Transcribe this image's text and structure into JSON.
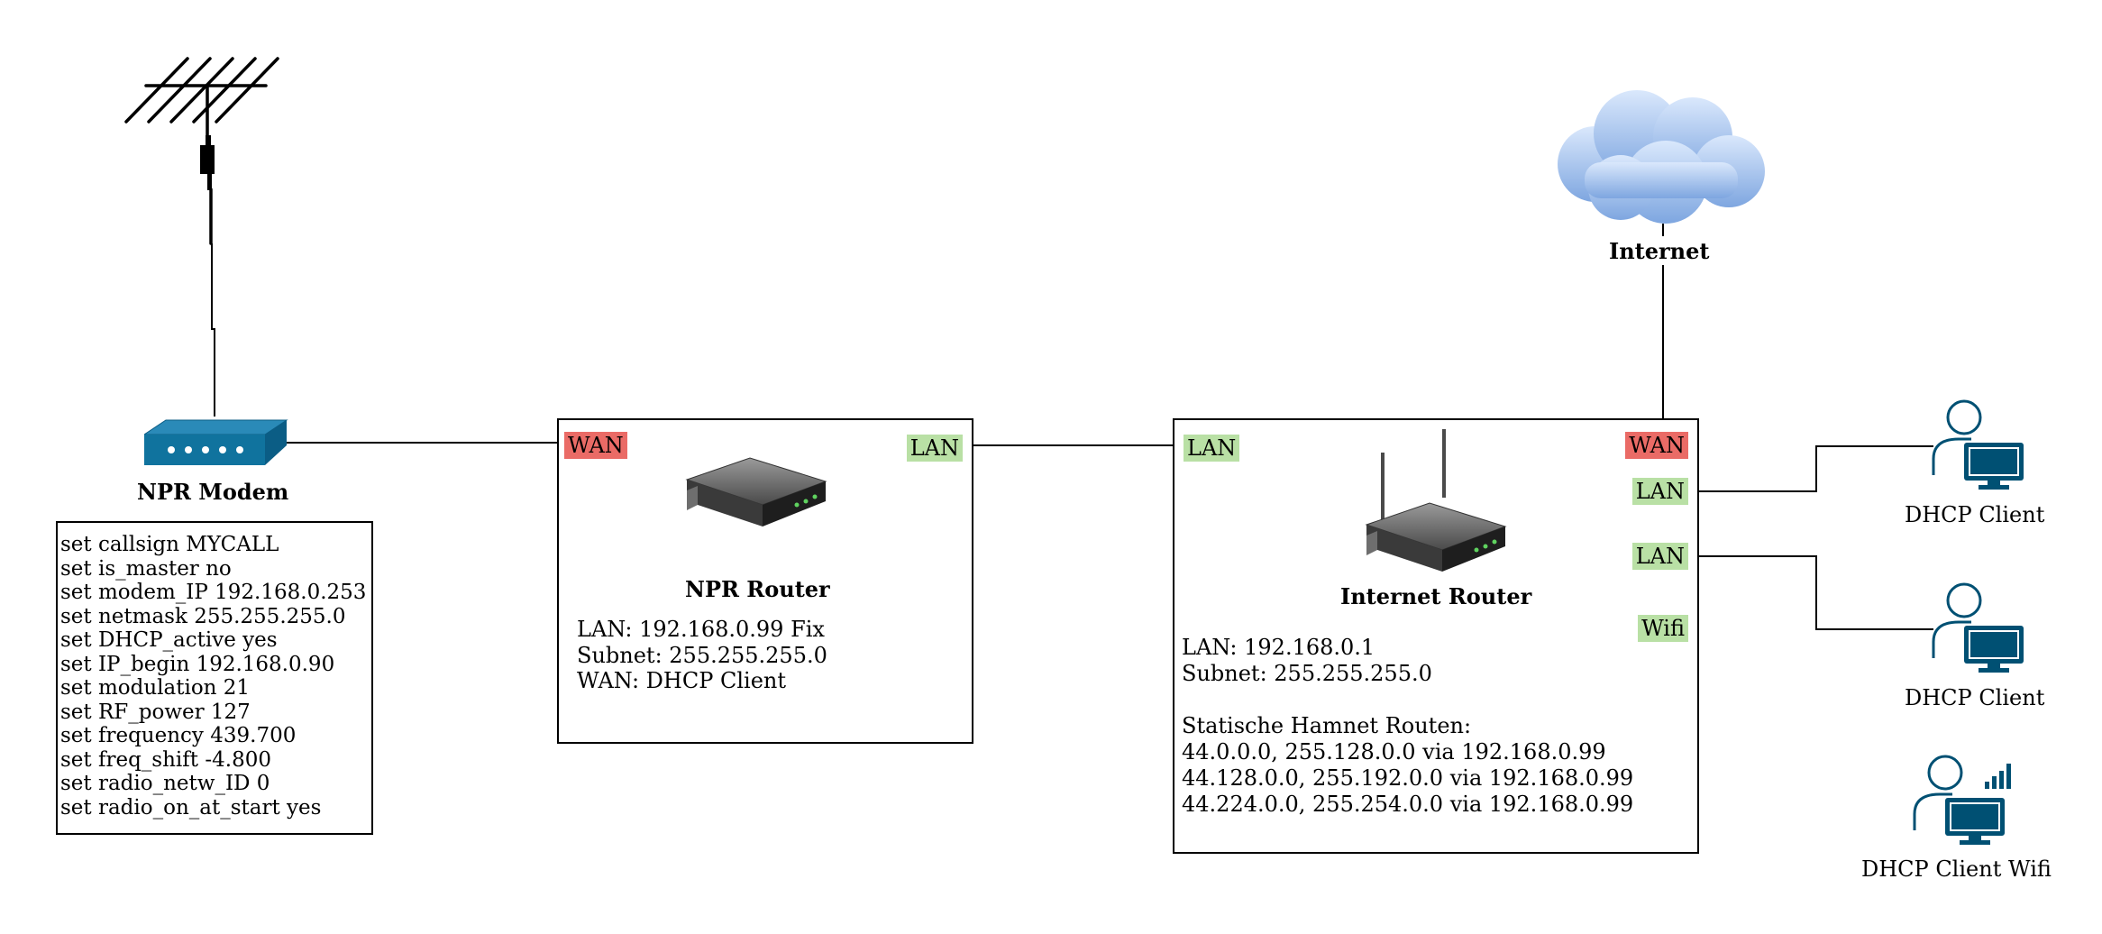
{
  "modem": {
    "label": "NPR Modem",
    "config_lines": [
      "set callsign MYCALL",
      "set is_master no",
      "set modem_IP 192.168.0.253",
      "set netmask 255.255.255.0",
      "set DHCP_active yes",
      "set IP_begin 192.168.0.90",
      "set modulation 21",
      "set RF_power 127",
      "set frequency 439.700",
      "set freq_shift -4.800",
      "set radio_netw_ID 0",
      "set radio_on_at_start yes"
    ]
  },
  "npr_router": {
    "title": "NPR Router",
    "wan_tag": "WAN",
    "lan_tag": "LAN",
    "info_lines": [
      "LAN: 192.168.0.99 Fix",
      "Subnet: 255.255.255.0",
      "WAN: DHCP Client"
    ]
  },
  "internet_router": {
    "title": "Internet Router",
    "lan_in_tag": "LAN",
    "wan_tag": "WAN",
    "lan_tag_1": "LAN",
    "lan_tag_2": "LAN",
    "wifi_tag": "Wifi",
    "info_lines": [
      "LAN: 192.168.0.1",
      "Subnet: 255.255.255.0",
      "",
      "Statische Hamnet Routen:",
      "44.0.0.0, 255.128.0.0 via 192.168.0.99",
      "44.128.0.0, 255.192.0.0 via 192.168.0.99",
      "44.224.0.0, 255.254.0.0 via 192.168.0.99"
    ]
  },
  "internet": {
    "label": "Internet"
  },
  "clients": [
    {
      "label": "DHCP Client"
    },
    {
      "label": "DHCP Client"
    },
    {
      "label": "DHCP Client Wifi"
    }
  ],
  "colors": {
    "wan": "#ea6b66",
    "lan": "#b9e0a5",
    "device_blue": "#10739e",
    "client_blue": "#005073",
    "cloud_top": "#dae8fc",
    "cloud_bottom": "#7ea6e0"
  },
  "icons": {
    "antenna": "yagi-antenna-icon",
    "modem": "modem-icon",
    "npr_router": "router-icon",
    "internet_router": "wireless-router-icon",
    "cloud": "cloud-icon",
    "client": "user-computer-icon",
    "client_wifi": "user-computer-wifi-icon"
  }
}
